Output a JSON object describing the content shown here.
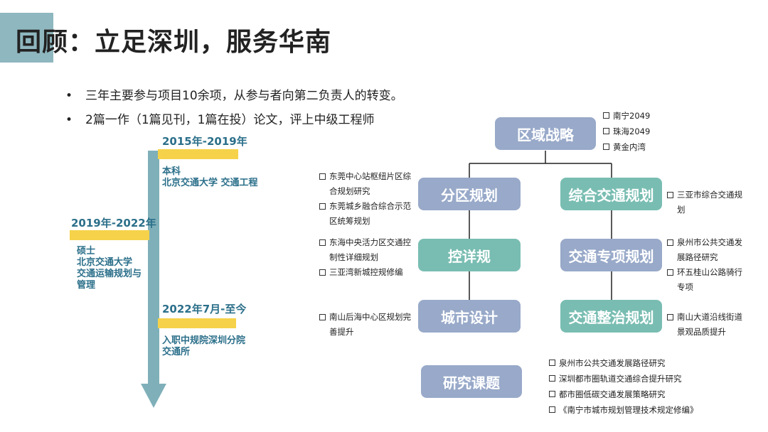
{
  "title": "回顾：立足深圳，服务华南",
  "bullets": [
    "三年主要参与项目10余项，从参与者向第二负责人的转变。",
    "2篇一作（1篇见刊，1篇在投）论文，评上中级工程师"
  ],
  "timeline": {
    "periods": [
      {
        "year": "2015年-2019年",
        "lines": [
          "本科",
          "北京交通大学 交通工程"
        ]
      },
      {
        "year": "2019年-2022年",
        "lines": [
          "硕士",
          "北京交通大学",
          "交通运输规划与",
          "管理"
        ]
      },
      {
        "year": "2022年7月-至今",
        "lines": [
          "入职中规院深圳分院",
          "交通所"
        ]
      }
    ]
  },
  "diagram": {
    "nodes": {
      "regional": "区域战略",
      "district": "分区规划",
      "comprehensive": "综合交通规划",
      "regulatory": "控详规",
      "special": "交通专项规划",
      "urban_design": "城市设计",
      "renovation": "交通整治规划",
      "research": "研究课题"
    },
    "lists": {
      "regional": [
        "南宁2049",
        "珠海2049",
        "黄金内湾"
      ],
      "district": [
        "东莞中心站枢纽片区综合规划研究",
        "东莞城乡融合综合示范区统筹规划"
      ],
      "regulatory": [
        "东海中央活力区交通控制性详细规划",
        "三亚湾新城控规修编"
      ],
      "urban_design": [
        "南山后海中心区规划完善提升"
      ],
      "comprehensive": [
        "三亚市综合交通规划"
      ],
      "special": [
        "泉州市公共交通发展路径研究",
        "环五桂山公路骑行专项"
      ],
      "renovation": [
        "南山大道沿线街道景观品质提升"
      ],
      "research": [
        "泉州市公共交通发展路径研究",
        "深圳都市圈轨道交通综合提升研究",
        "都市圈低碳交通发展策略研究",
        "《南宁市城市规划管理技术规定修编》"
      ]
    }
  }
}
